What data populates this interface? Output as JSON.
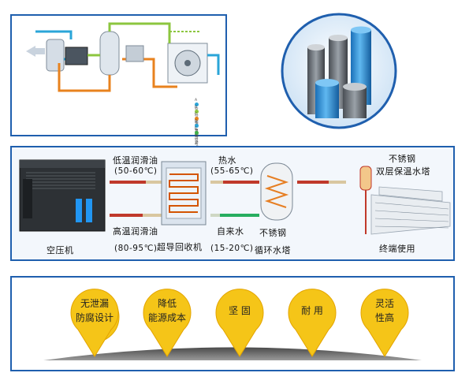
{
  "top_legend": {
    "rows": [
      {
        "key": "A",
        "label": "空气",
        "color": "#2aa5d8"
      },
      {
        "key": "B",
        "label": "气油混合物",
        "color": "#8cc63f"
      },
      {
        "key": "C",
        "label": "油",
        "color": "#e8821e"
      },
      {
        "key": "D",
        "label": "湿润空气",
        "color": "#2aa5d8"
      },
      {
        "key": "E",
        "label": "冷凝水",
        "color": "#3fae49"
      }
    ]
  },
  "flow": {
    "compressor_label": "空压机",
    "low_temp_oil": "低温润滑油",
    "low_temp_range": "(50-60℃)",
    "high_temp_oil": "高温润滑油",
    "high_temp_range": "(80-95℃)",
    "recovery_label": "超导回收机",
    "hot_water": "热水",
    "hot_range": "(55-65℃)",
    "tap_water": "自来水",
    "tap_range": "(15-20℃)",
    "tank_top": "不锈钢",
    "tank_bottom": "循环水塔",
    "end_tank_line1": "不锈钢",
    "end_tank_line2": "双层保温水塔",
    "end_use": "终端使用"
  },
  "features": [
    {
      "line1": "无泄漏",
      "line2": "防腐设计"
    },
    {
      "line1": "降低",
      "line2": "能源成本"
    },
    {
      "line1": "坚 固",
      "line2": ""
    },
    {
      "line1": "耐 用",
      "line2": ""
    },
    {
      "line1": "灵活",
      "line2": "性高"
    }
  ],
  "colors": {
    "border": "#1f5fae",
    "pin": "#f5c518",
    "hot_arrow": "#c0392b",
    "cold_arrow": "#27ae60"
  }
}
